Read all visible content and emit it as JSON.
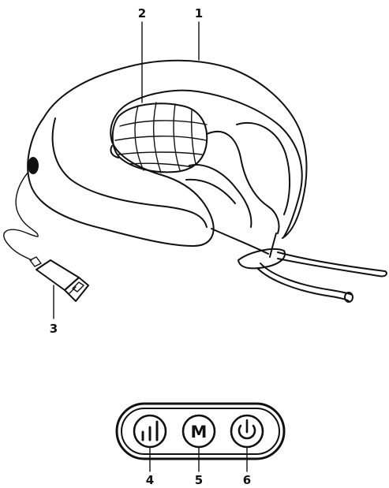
{
  "callouts": [
    {
      "id": "1",
      "label": "1"
    },
    {
      "id": "2",
      "label": "2"
    },
    {
      "id": "3",
      "label": "3"
    },
    {
      "id": "4",
      "label": "4"
    },
    {
      "id": "5",
      "label": "5"
    },
    {
      "id": "6",
      "label": "6"
    }
  ],
  "control_panel": {
    "mode_button_text": "M",
    "buttons": [
      "intensity-icon",
      "mode-button",
      "power-icon"
    ]
  },
  "colors": {
    "ink": "#111111",
    "background": "#ffffff"
  }
}
